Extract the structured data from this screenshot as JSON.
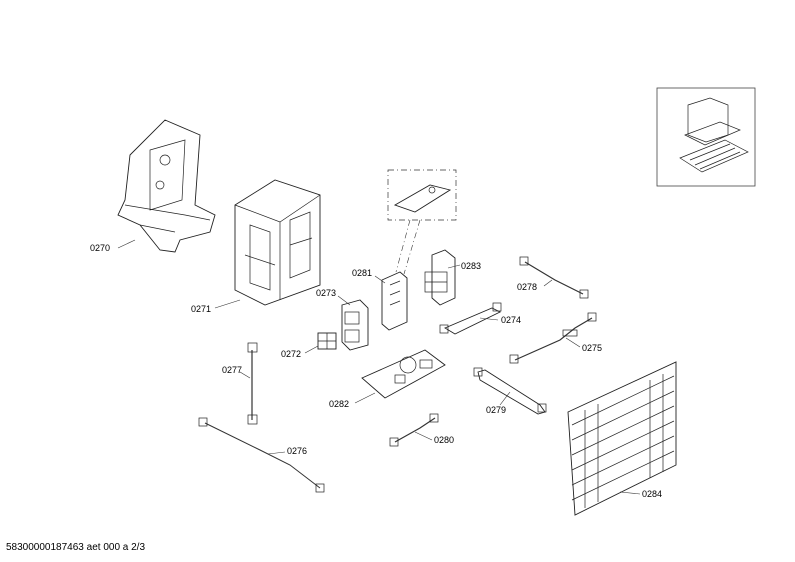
{
  "diagram": {
    "labels": {
      "p0270": "0270",
      "p0271": "0271",
      "p0272": "0272",
      "p0273": "0273",
      "p0274": "0274",
      "p0275": "0275",
      "p0276": "0276",
      "p0277": "0277",
      "p0278": "0278",
      "p0279": "0279",
      "p0280": "0280",
      "p0281": "0281",
      "p0282": "0282",
      "p0283": "0283",
      "p0284": "0284"
    },
    "footer": "58300000187463 aet 000 a 2/3"
  }
}
